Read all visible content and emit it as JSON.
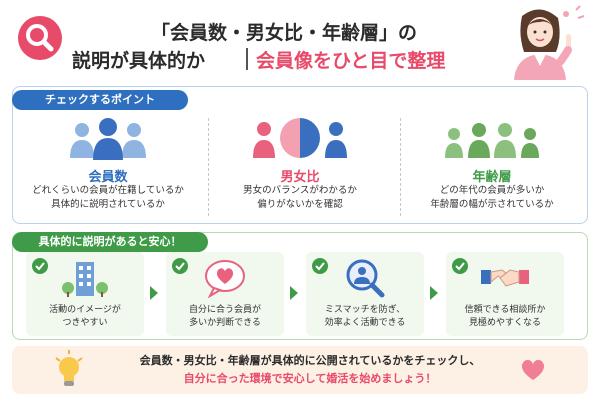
{
  "header": {
    "title_line1": "「会員数・男女比・年齢層」の",
    "title_line2_a": "説明が具体的か",
    "title_line2_b": "会員像をひと目で整理"
  },
  "check_points": {
    "tag": "チェックするポイント",
    "items": [
      {
        "title": "会員数",
        "desc": "どれくらいの会員が在籍しているか\n具体的に説明されているか",
        "icon": "people-group-icon"
      },
      {
        "title": "男女比",
        "desc": "男女のバランスがわかるか\n偏りがないかを確認",
        "icon": "gender-ratio-icon"
      },
      {
        "title": "年齢層",
        "desc": "どの年代の会員が多いか\n年齢層の幅が示されているか",
        "icon": "age-group-icon"
      }
    ]
  },
  "benefits": {
    "tag": "具体的に説明があると安心！",
    "items": [
      {
        "text": "活動のイメージが\nつきやすい",
        "icon": "building-icon"
      },
      {
        "text": "自分に合う会員が\n多いか判断できる",
        "icon": "heart-bubble-icon"
      },
      {
        "text": "ミスマッチを防ぎ、\n効率よく活動できる",
        "icon": "magnifier-person-icon"
      },
      {
        "text": "信頼できる相談所か\n見極めやすくなる",
        "icon": "handshake-icon"
      }
    ]
  },
  "closing": {
    "line1": "会員数・男女比・年齢層が具体的に公開されているかをチェックし、",
    "line2": "自分に合った環境で安心して婚活を始めましょう！"
  },
  "colors": {
    "accent_pink": "#e84a6a",
    "accent_blue": "#2f6fbf",
    "accent_green": "#3f9b48"
  }
}
